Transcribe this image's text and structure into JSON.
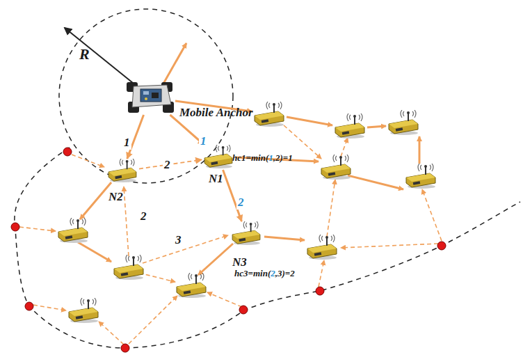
{
  "diagram": {
    "nodes": [
      {
        "text": [
          "Mobile Anchor"
        ]
      },
      {
        "text": [
          "N2"
        ]
      },
      {
        "text": [
          "N1",
          "hc1=min(1,2)=1"
        ]
      },
      {
        "text": [
          "N3",
          "hc3=min(2,3)=2"
        ]
      }
    ],
    "edges": [
      {
        "from": 0,
        "to": 1,
        "arrow": "to",
        "label": "1"
      },
      {
        "from": 0,
        "to": 2,
        "arrow": "to",
        "label": "1"
      },
      {
        "from": 1,
        "to": 2,
        "arrow": "to",
        "label": "2"
      },
      {
        "from": 2,
        "to": 3,
        "arrow": "to",
        "label": "2"
      }
    ],
    "labels": [
      "R",
      "2",
      "3"
    ]
  }
}
